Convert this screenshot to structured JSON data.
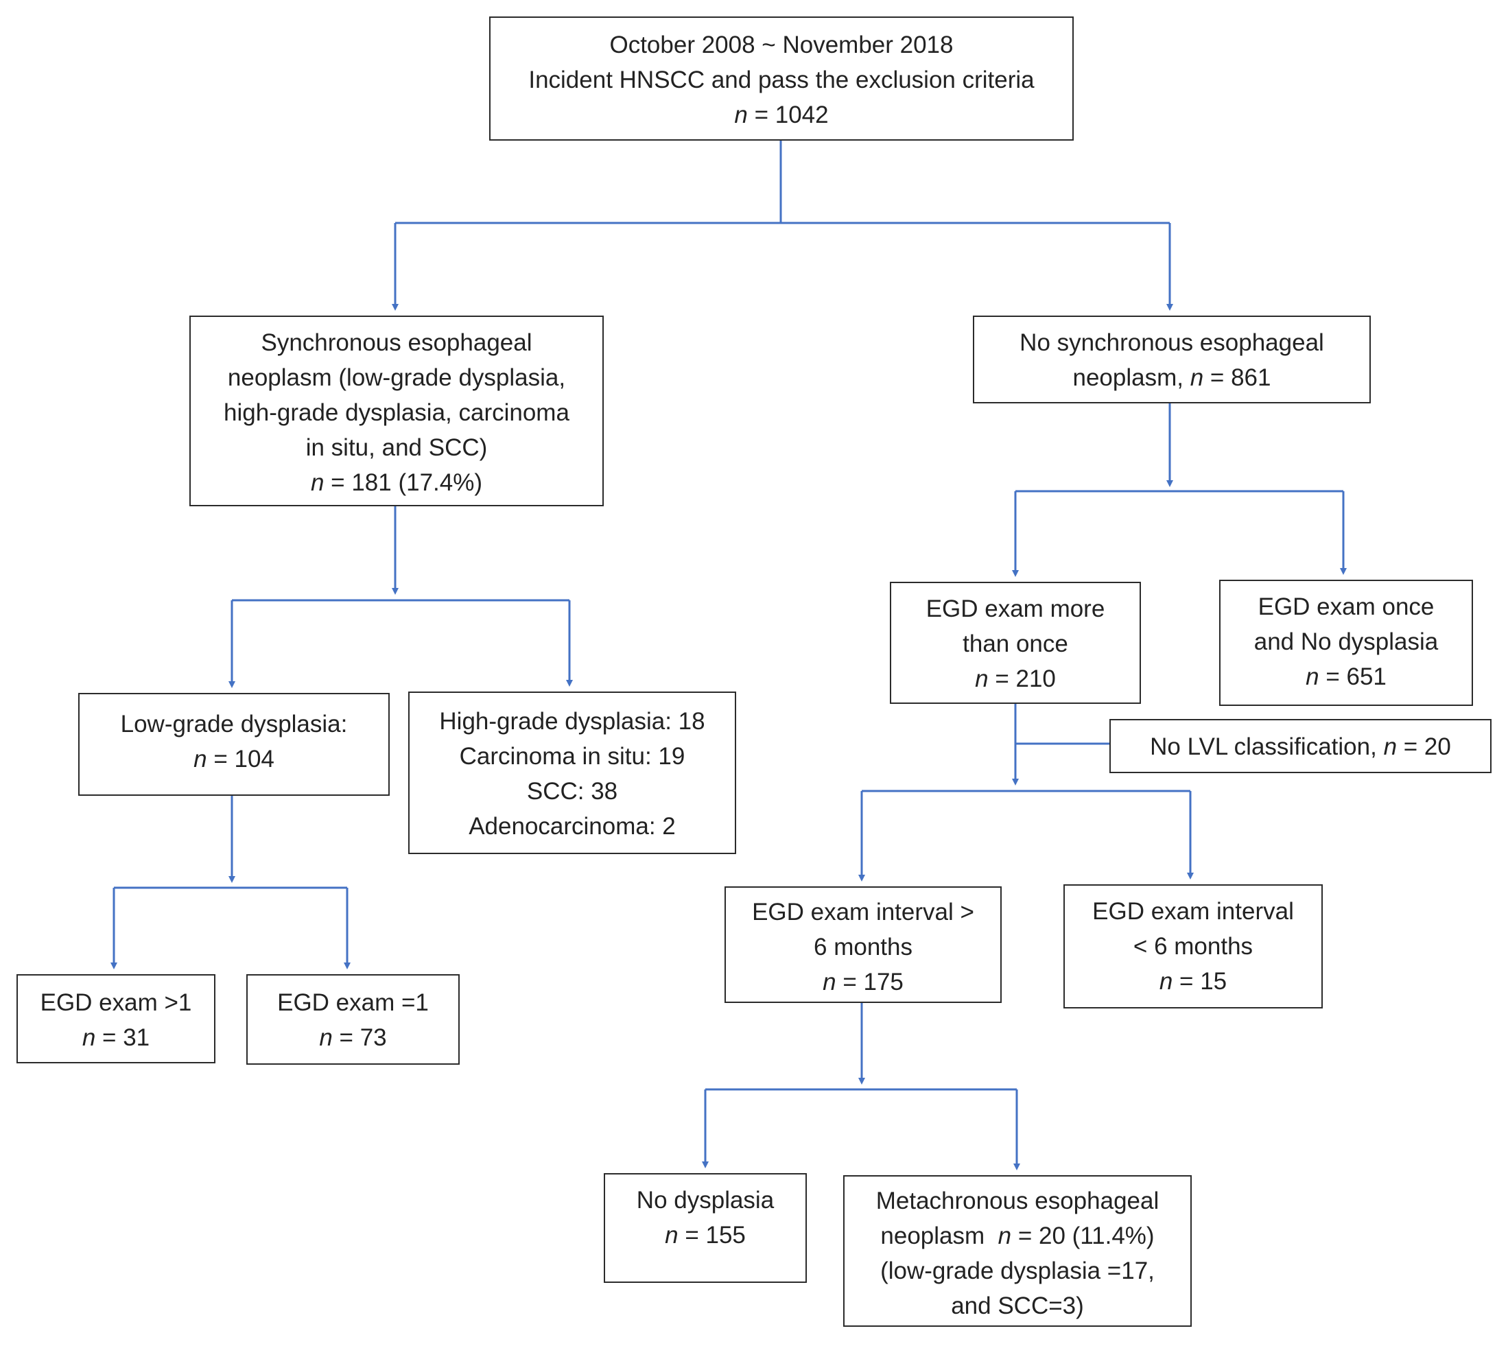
{
  "colors": {
    "connector": "#4472C4",
    "border": "#2b2b2b",
    "text": "#222222"
  },
  "boxes": {
    "root": [
      "October 2008 ~ November 2018",
      "Incident HNSCC and pass the exclusion criteria",
      "= 1042"
    ],
    "sync": [
      "Synchronous esophageal",
      "neoplasm (low-grade dysplasia,",
      "high-grade dysplasia, carcinoma",
      "in situ, and SCC)",
      "= 181 (17.4%)"
    ],
    "nosync": [
      "No synchronous esophageal",
      "neoplasm,",
      "= 861"
    ],
    "lowgrade": [
      "Low-grade dysplasia:",
      "= 104"
    ],
    "highgrade": [
      "High-grade dysplasia: 18",
      "Carcinoma in situ: 19",
      "SCC: 38",
      "Adenocarcinoma: 2"
    ],
    "egd_gt1": [
      "EGD exam >1",
      "= 31"
    ],
    "egd_eq1": [
      "EGD exam =1",
      "= 73"
    ],
    "egd_more": [
      "EGD exam more",
      "than once",
      "= 210"
    ],
    "egd_once": [
      "EGD exam once",
      "and No dysplasia",
      "= 651"
    ],
    "nolvl": [
      "No LVL classification,",
      "= 20"
    ],
    "interval_gt6": [
      "EGD exam interval >",
      "6 months",
      "= 175"
    ],
    "interval_lt6": [
      "EGD exam interval",
      "< 6 months",
      "= 15"
    ],
    "nodysplasia": [
      "No dysplasia",
      "= 155"
    ],
    "metachronous": [
      "Metachronous esophageal",
      "neoplasm",
      "= 20 (11.4%)",
      "(low-grade dysplasia =17,",
      "and SCC=3)"
    ]
  },
  "n_symbol": "n"
}
